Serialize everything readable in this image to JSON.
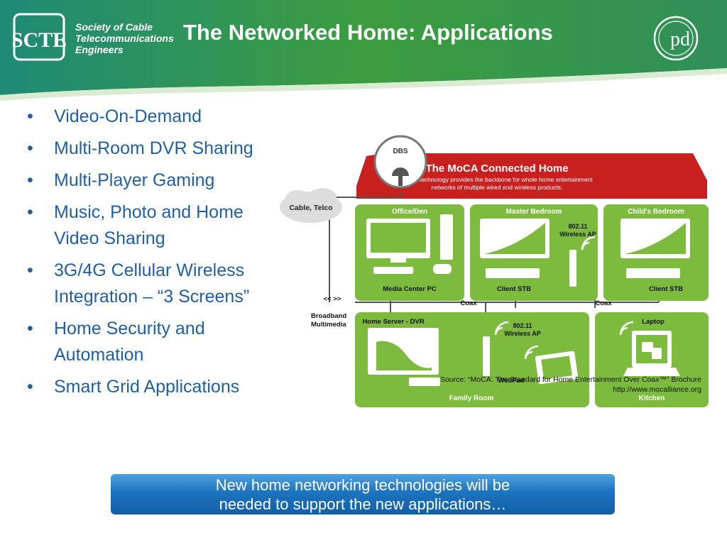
{
  "header": {
    "org_name": [
      "Society of Cable",
      "Telecommunications",
      "Engineers"
    ],
    "logo_text": "SCTE",
    "title": "The Networked Home: Applications",
    "right_logo_text": "pd"
  },
  "bullets": [
    "Video-On-Demand",
    "Multi-Room DVR Sharing",
    "Multi-Player Gaming",
    "Music, Photo and Home Video Sharing",
    "3G/4G Cellular Wireless Integration – “3 Screens”",
    "Home Security and Automation",
    "Smart Grid Applications"
  ],
  "diagram": {
    "dbs": "DBS",
    "cloud": "Cable, Telco",
    "roof_title": "The MoCA Connected Home",
    "roof_subtitle_1": "MoCA technology provides the backbone for whole home entertainment",
    "roof_subtitle_2": "networks of multiple wired and wireless products.",
    "rooms": {
      "office": "Office/Den",
      "master": "Master Bedroom",
      "child": "Child's Bedroom",
      "family": "Family Room",
      "kitchen": "Kitchen"
    },
    "devices": {
      "media_center": "Media Center PC",
      "client_stb": "Client STB",
      "ap_model": "802.11",
      "ap_name": "Wireless AP",
      "home_server": "Home Server - DVR",
      "webpad": "WebPad",
      "laptop": "Laptop"
    },
    "links": {
      "coax": "Coax",
      "arrows": "<< >>",
      "broadband_1": "Broadband",
      "broadband_2": "Multimedia"
    },
    "source_1": "Source: “MoCA: The Standard for Home Entertainment Over Coax™” Brochure",
    "source_2": "http://www.mocalliance.org"
  },
  "callout": {
    "line_1": "New home networking technologies will be",
    "line_2": "needed to support the new applications…"
  },
  "colors": {
    "header_green": "#3f9b3c",
    "header_teal": "#1b8a74",
    "bullet_blue": "#1f5fa8",
    "room_green": "#7dbb3f",
    "roof_red": "#c8201f",
    "callout_blue": "#1c74bf"
  },
  "icons": [
    "scte-logo-icon",
    "pd-logo-icon",
    "dbs-dish-icon",
    "cloud-icon",
    "computer-monitor-icon",
    "tower-pc-icon",
    "keyboard-icon",
    "gamepad-icon",
    "tv-icon",
    "set-top-box-icon",
    "wireless-ap-icon",
    "wifi-waves-icon",
    "webpad-icon",
    "laptop-icon"
  ]
}
